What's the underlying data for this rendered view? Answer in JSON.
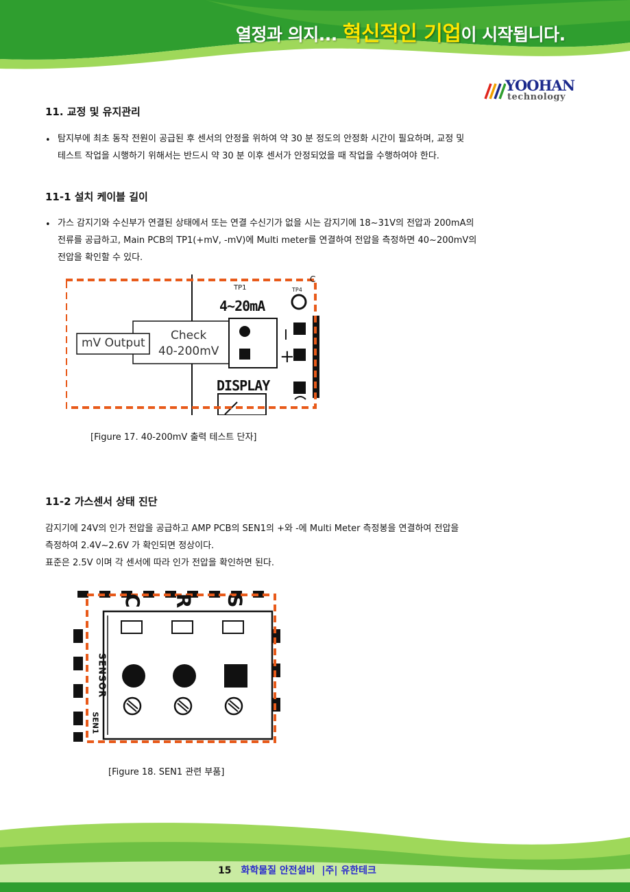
{
  "header": {
    "slogan_pre": "열정과 의지... ",
    "slogan_highlight": "혁신적인 기업",
    "slogan_post": "이 시작됩니다.",
    "logo_word": "YOOHAN",
    "logo_sub": "technology"
  },
  "sections": {
    "s11": {
      "title": "11. 교정 및 유지관리",
      "bullet": "•",
      "line1": "탐지부에 최초 동작 전원이 공급된 후 센서의 안정을 위하여 약 30 분 정도의 안정화 시간이 필요하며, 교정 및",
      "line2": "테스트 작업을 시행하기 위해서는 반드시 약 30 분 이후 센서가 안정되었을 때 작업을 수행하여야 한다."
    },
    "s11_1": {
      "title": "11-1 설치 케이블 길이",
      "bullet": "•",
      "line1": "가스 감지기와 수신부가 연결된 상태에서 또는 연결 수신기가 없을 시는 감지기에 18~31V의 전압과 200mA의",
      "line2": "전류를 공급하고, Main PCB의 TP1(+mV, -mV)에 Multi meter를 연결하여 전압을 측정하면 40~200mV의",
      "line3": "전압을 확인할 수 있다."
    },
    "figure17": {
      "label_tp1": "TP1",
      "label_tp4": "TP4",
      "label_range": "4~20mA",
      "label_mv_output": "mV Output",
      "label_check": "Check",
      "label_check_range": "40-200mV",
      "label_display": "DISPLAY",
      "label_c": "C",
      "caption": "[Figure 17. 40-200mV 출력 테스트 단자]"
    },
    "s11_2": {
      "title": "11-2 가스센서 상태 진단",
      "line1": "감지기에 24V의 인가 전압을 공급하고 AMP PCB의 SEN1의 +와 -에 Multi Meter 측정봉을 연결하여 전압을",
      "line2": "측정하여 2.4V~2.6V 가 확인되면 정상이다.",
      "line3": "표준은 2.5V 이며 각 센서에 따라 인가 전압을 확인하면 된다."
    },
    "figure18": {
      "label_c": "C",
      "label_r": "R",
      "label_s": "S",
      "label_sensor": "SENSOR",
      "label_sen1": "SEN1",
      "caption": "[Figure 18. SEN1 관련 부품]"
    }
  },
  "footer": {
    "page_number": "15",
    "company_text": "화학물질 안전설비",
    "brand_text": "|주| 유한테크"
  },
  "colors": {
    "green_dark": "#2f9e2f",
    "green_light": "#9fd85a",
    "highlight": "#ffe600",
    "dashed_border": "#e85a1a"
  }
}
